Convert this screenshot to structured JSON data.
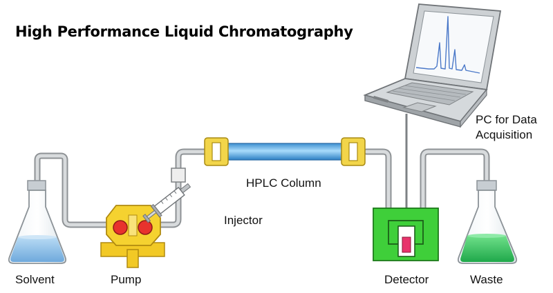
{
  "title": "High Performance Liquid Chromatography",
  "labels": {
    "solvent": "Solvent",
    "pump": "Pump",
    "injector": "Injector",
    "column": "HPLC Column",
    "detector": "Detector",
    "waste": "Waste",
    "pc_line1": "PC for Data",
    "pc_line2": "Acquisition"
  },
  "colors": {
    "tubing": "#b9bcbf",
    "column": "#6fb8e6",
    "fitting": "#f2d54a",
    "pump_body": "#f5d230",
    "pump_head": "#e8322d",
    "detector_body": "#3fcf3a",
    "detector_sample": "#e8336c",
    "solvent_liquid": "#8ec3ea",
    "waste_liquid": "#2fbf55",
    "laptop_shell": "#cfd3d6",
    "screen_trace": "#4a78c8"
  }
}
